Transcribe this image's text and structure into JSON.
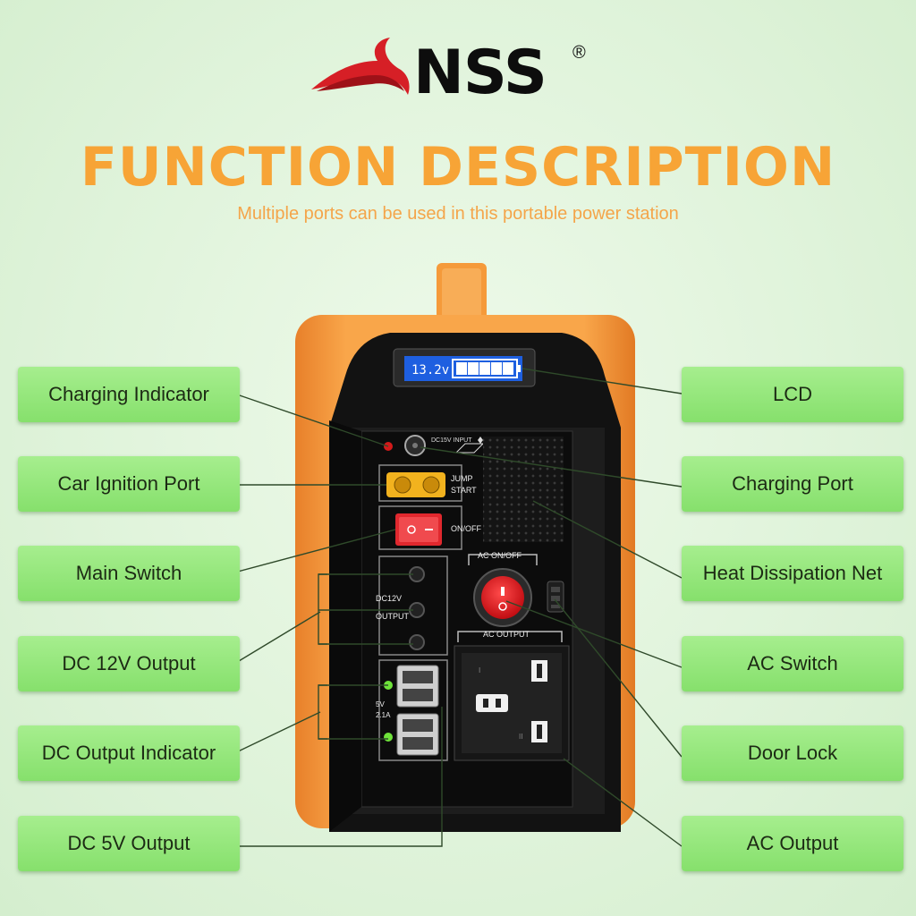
{
  "brand": {
    "name": "NSS",
    "registered": "®"
  },
  "heading": {
    "title": "FUNCTION DESCRIPTION",
    "subtitle": "Multiple ports can be used in this portable power station"
  },
  "labels_left": [
    "Charging Indicator",
    "Car Ignition Port",
    "Main Switch",
    "DC 12V Output",
    "DC Output Indicator",
    "DC 5V Output"
  ],
  "labels_right": [
    "LCD",
    "Charging Port",
    "Heat Dissipation Net",
    "AC Switch",
    "Door Lock",
    "AC Output"
  ],
  "device": {
    "lcd_voltage": "13.2v",
    "input_label": "DC15V  INPUT",
    "jump": "JUMP",
    "start": "START",
    "on_off": "ON/OFF",
    "ac_on_off": "AC  ON/OFF",
    "ac_output": "AC OUTPUT",
    "dc12v": "DC12V",
    "output": "OUTPUT",
    "usb_5v": "5V",
    "usb_2a": "2.1A",
    "socket_i": "I",
    "socket_ii": "II"
  },
  "colors": {
    "title": "#f7a436",
    "label_bg": "#93e67a",
    "casing_orange": "#f79a3b",
    "lcd_blue": "#1e5fe0"
  }
}
